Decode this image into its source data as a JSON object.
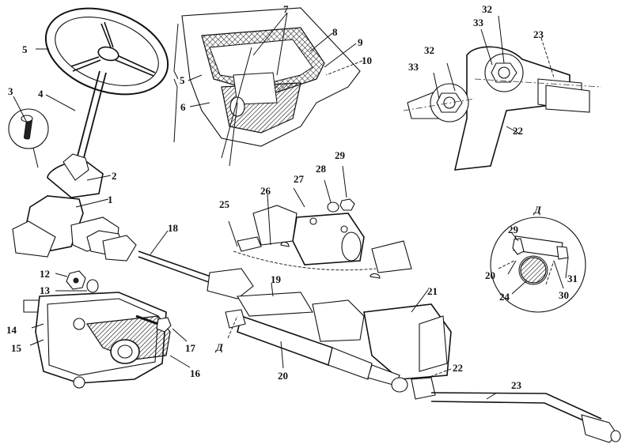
{
  "diagram": {
    "subject": "Steering mechanism exploded assembly drawing with power steering cylinder",
    "detail_marker": "Д",
    "callouts": [
      {
        "id": "c1",
        "label": "1"
      },
      {
        "id": "c2",
        "label": "2"
      },
      {
        "id": "c3",
        "label": "3"
      },
      {
        "id": "c4",
        "label": "4"
      },
      {
        "id": "c5a",
        "label": "5"
      },
      {
        "id": "c5b",
        "label": "5"
      },
      {
        "id": "c6",
        "label": "6"
      },
      {
        "id": "c7",
        "label": "7"
      },
      {
        "id": "c8",
        "label": "8"
      },
      {
        "id": "c9",
        "label": "9"
      },
      {
        "id": "c10",
        "label": "10"
      },
      {
        "id": "c12",
        "label": "12"
      },
      {
        "id": "c13",
        "label": "13"
      },
      {
        "id": "c14",
        "label": "14"
      },
      {
        "id": "c15",
        "label": "15"
      },
      {
        "id": "c16",
        "label": "16"
      },
      {
        "id": "c17",
        "label": "17"
      },
      {
        "id": "c18",
        "label": "18"
      },
      {
        "id": "c19",
        "label": "19"
      },
      {
        "id": "c20a",
        "label": "20"
      },
      {
        "id": "c20b",
        "label": "20"
      },
      {
        "id": "c21",
        "label": "21"
      },
      {
        "id": "c22a",
        "label": "22"
      },
      {
        "id": "c22b",
        "label": "22"
      },
      {
        "id": "c23a",
        "label": "23"
      },
      {
        "id": "c23b",
        "label": "23"
      },
      {
        "id": "c24",
        "label": "24"
      },
      {
        "id": "c25",
        "label": "25"
      },
      {
        "id": "c26",
        "label": "26"
      },
      {
        "id": "c27",
        "label": "27"
      },
      {
        "id": "c28",
        "label": "28"
      },
      {
        "id": "c29a",
        "label": "29"
      },
      {
        "id": "c29b",
        "label": "29"
      },
      {
        "id": "c30",
        "label": "30"
      },
      {
        "id": "c31",
        "label": "31"
      },
      {
        "id": "c32a",
        "label": "32"
      },
      {
        "id": "c32b",
        "label": "32"
      },
      {
        "id": "c33a",
        "label": "33"
      },
      {
        "id": "c33b",
        "label": "33"
      }
    ]
  }
}
